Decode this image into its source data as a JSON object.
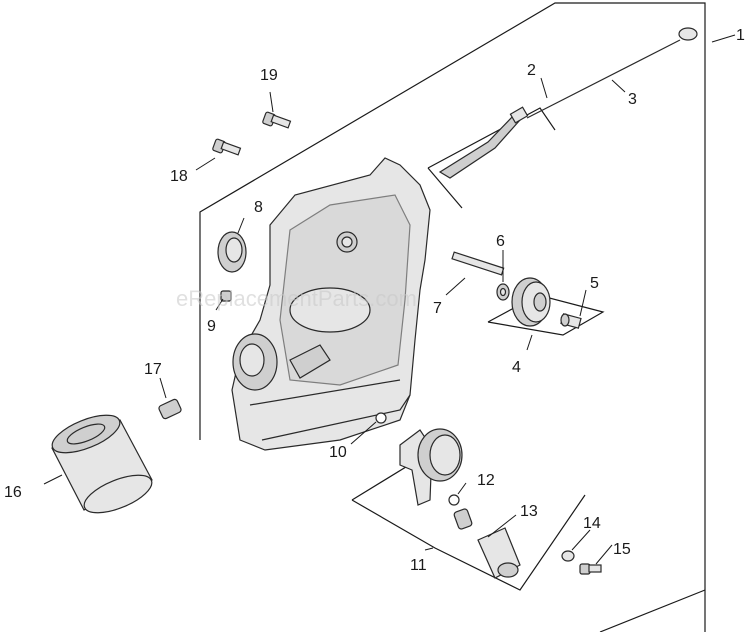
{
  "diagram": {
    "watermark": "eReplacementParts.com",
    "callouts": {
      "c1": "1",
      "c2": "2",
      "c3": "3",
      "c4": "4",
      "c5": "5",
      "c6": "6",
      "c7": "7",
      "c8": "8",
      "c9": "9",
      "c10": "10",
      "c11": "11",
      "c12": "12",
      "c13": "13",
      "c14": "14",
      "c15": "15",
      "c16": "16",
      "c17": "17",
      "c18": "18",
      "c19": "19"
    }
  }
}
